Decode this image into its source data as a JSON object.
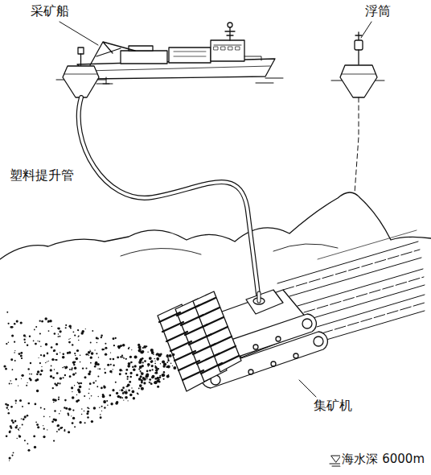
{
  "diagram": {
    "labels": [
      "采矿船",
      "浮筒",
      "塑料提升管",
      "集矿机",
      "海水深 6000m"
    ]
  }
}
